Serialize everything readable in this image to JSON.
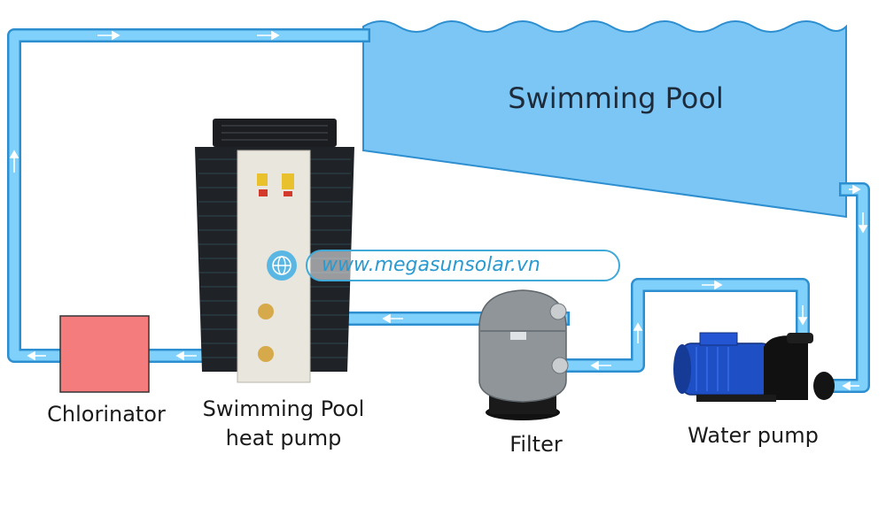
{
  "labels": {
    "pool": "Swimming Pool",
    "chlorinator": "Chlorinator",
    "heat_pump_line1": "Swimming Pool",
    "heat_pump_line2": "heat pump",
    "filter": "Filter",
    "water_pump": "Water pump"
  },
  "watermark": "www.megasunsolar.vn",
  "icons": {
    "watermark": "globe-icon",
    "flow": "arrow-icon"
  },
  "colors": {
    "pipe": "#6cc3f5",
    "pipe_edge": "#2d8fd0",
    "pool_water": "#7cc6f5",
    "chlorinator": "#f47c7c",
    "pump_blue": "#1f4fc4"
  }
}
